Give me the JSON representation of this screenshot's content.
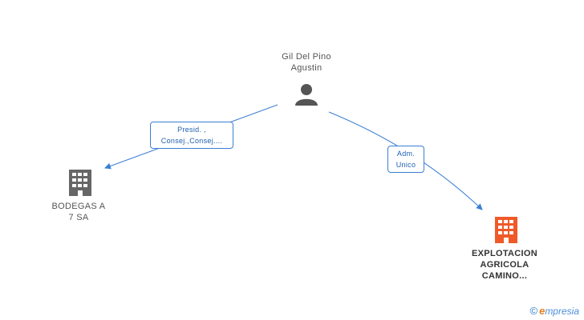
{
  "nodes": {
    "person": {
      "name_line1": "Gil Del Pino",
      "name_line2": "Agustin",
      "icon": "person-icon",
      "color": "#555555"
    },
    "company_left": {
      "name_line1": "BODEGAS A",
      "name_line2": "7 SA",
      "icon": "building-icon",
      "color": "#666666"
    },
    "company_main": {
      "name_line1": "EXPLOTACION",
      "name_line2": "AGRICOLA",
      "name_line3": "CAMINO...",
      "icon": "building-icon",
      "color": "#f05a28"
    }
  },
  "edges": {
    "to_left": {
      "line1": "Presid. ,",
      "line2": "Consej.,Consej...."
    },
    "to_main": {
      "line1": "Adm.",
      "line2": "Unico"
    }
  },
  "edge_color": "#3b7fd4",
  "brand": {
    "copyright": "©",
    "initial": "e",
    "rest": "mpresia"
  }
}
